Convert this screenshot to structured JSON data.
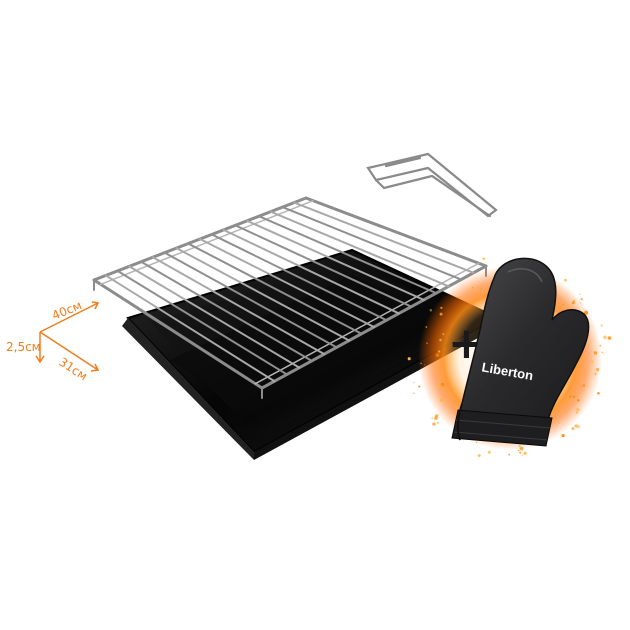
{
  "dimensions": {
    "length": "40см",
    "height": "2,5см",
    "width": "31см"
  },
  "plus_sign": "+",
  "brand": "Liberton",
  "colors": {
    "accent": "#f07d1e",
    "tray": "#0d0d0d",
    "mitt": "#2e2e30",
    "glow": "#ff7a00",
    "chrome": "#9a9a9a"
  },
  "icons": {
    "tray": "baking-tray-icon",
    "rack": "wire-rack-icon",
    "tongs": "rack-tongs-icon",
    "mitt": "oven-mitt-icon"
  }
}
